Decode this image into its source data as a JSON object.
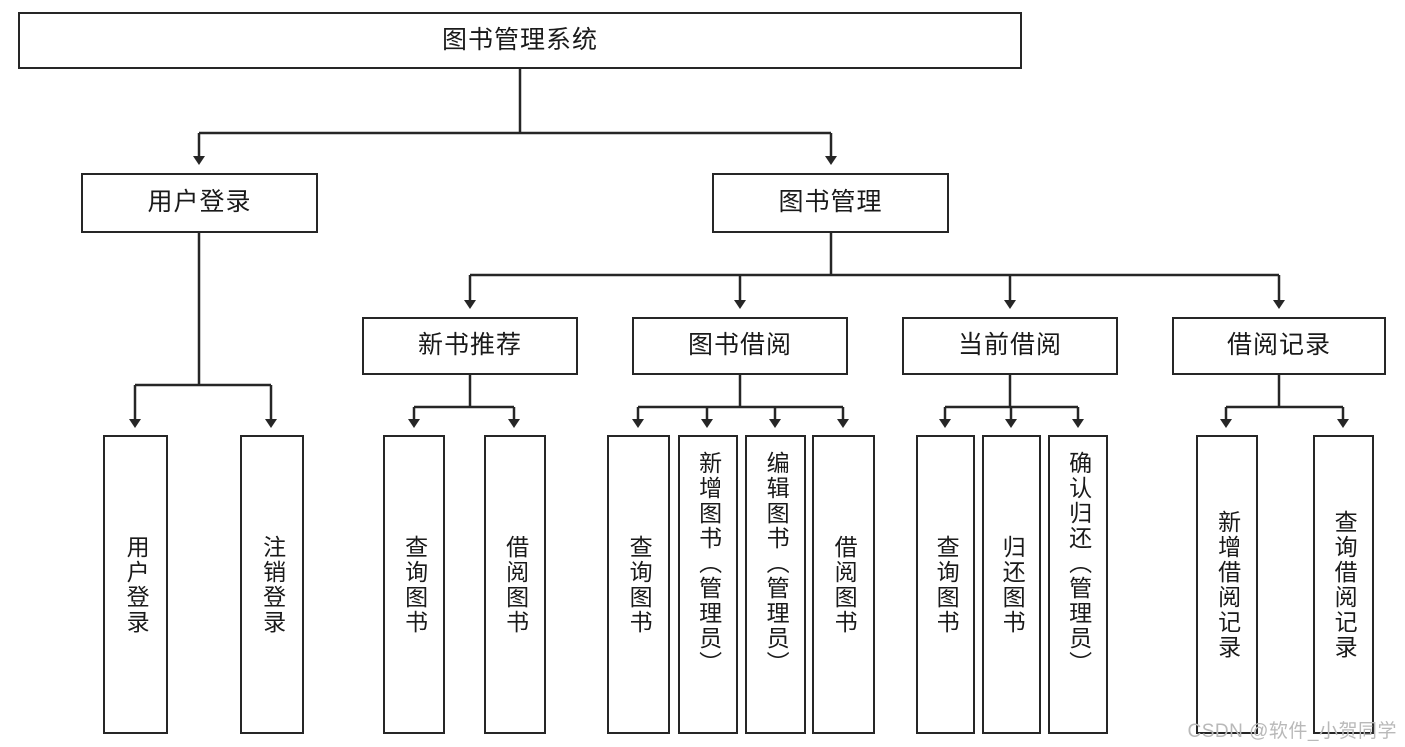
{
  "diagram": {
    "type": "tree-hierarchy-chart",
    "title": "图书管理系统",
    "watermark": "CSDN @软件_小贺同学",
    "colors": {
      "stroke": "#262626",
      "fill": "#ffffff",
      "text": "#1a1a1a",
      "watermark": "#b9b9b9"
    },
    "levels": {
      "level1": [
        {
          "id": "root",
          "label": "图书管理系统"
        }
      ],
      "level2": [
        {
          "id": "user-login",
          "label": "用户登录"
        },
        {
          "id": "book-manage",
          "label": "图书管理"
        }
      ],
      "level3": [
        {
          "id": "new-book-rec",
          "label": "新书推荐"
        },
        {
          "id": "book-borrow",
          "label": "图书借阅"
        },
        {
          "id": "current-borrow",
          "label": "当前借阅"
        },
        {
          "id": "borrow-record",
          "label": "借阅记录"
        }
      ],
      "level4": [
        {
          "id": "leaf-user-login",
          "label": "用户登录",
          "parent": "user-login"
        },
        {
          "id": "leaf-logout",
          "label": "注销登录",
          "parent": "user-login"
        },
        {
          "id": "leaf-query-book-1",
          "label": "查询图书",
          "parent": "new-book-rec"
        },
        {
          "id": "leaf-borrow-book-1",
          "label": "借阅图书",
          "parent": "new-book-rec"
        },
        {
          "id": "leaf-query-book-2",
          "label": "查询图书",
          "parent": "book-borrow"
        },
        {
          "id": "leaf-add-book",
          "label": "新增图书（管理员）",
          "parent": "book-borrow"
        },
        {
          "id": "leaf-edit-book",
          "label": "编辑图书（管理员）",
          "parent": "book-borrow"
        },
        {
          "id": "leaf-borrow-book-2",
          "label": "借阅图书",
          "parent": "book-borrow"
        },
        {
          "id": "leaf-query-book-3",
          "label": "查询图书",
          "parent": "current-borrow"
        },
        {
          "id": "leaf-return-book",
          "label": "归还图书",
          "parent": "current-borrow"
        },
        {
          "id": "leaf-confirm-return",
          "label": "确认归还（管理员）",
          "parent": "current-borrow"
        },
        {
          "id": "leaf-add-record",
          "label": "新增借阅记录",
          "parent": "borrow-record"
        },
        {
          "id": "leaf-query-record",
          "label": "查询借阅记录",
          "parent": "borrow-record"
        }
      ]
    }
  }
}
